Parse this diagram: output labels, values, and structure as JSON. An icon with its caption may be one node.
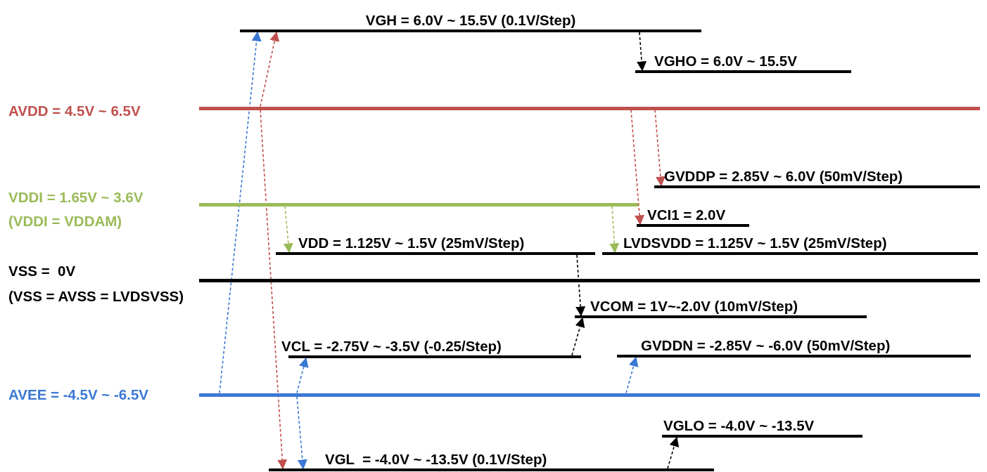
{
  "diagram": {
    "nodes": [
      {
        "text": [
          "VGH = 6.0V ~ 15.5V (0.1V/Step)"
        ]
      },
      {
        "text": [
          "VGHO = 6.0V ~ 15.5V"
        ]
      },
      {
        "text": [
          "AVDD = 4.5V ~ 6.5V"
        ]
      },
      {
        "text": [
          "GVDDP = 2.85V ~ 6.0V (50mV/Step)"
        ]
      },
      {
        "text": [
          "VDDI = 1.65V ~ 3.6V (VDDI = VDDAM)"
        ]
      },
      {
        "text": [
          "VCI1 = 2.0V"
        ]
      },
      {
        "text": [
          "VDD = 1.125V ~ 1.5V (25mV/Step)"
        ]
      },
      {
        "text": [
          "LVDSVDD = 1.125V ~ 1.5V (25mV/Step)"
        ]
      },
      {
        "text": [
          "VSS =  0V",
          "(VSS = AVSS = LVDSVSS)"
        ]
      },
      {
        "text": [
          "VCOM = 1V~-2.0V (10mV/Step)"
        ]
      },
      {
        "text": [
          "VCL = -2.75V ~ -3.5V (-0.25/Step)"
        ]
      },
      {
        "text": [
          "GVDDN = -2.85V ~ -6.0V (50mV/Step)"
        ]
      },
      {
        "text": [
          "AVEE = -4.5V ~ -6.5V"
        ]
      },
      {
        "text": [
          "VGLO = -4.0V ~ -13.5V"
        ]
      },
      {
        "text": [
          "VGL  = -4.0V ~ -13.5V (0.1V/Step)"
        ]
      }
    ],
    "edges": [
      {
        "from": 12,
        "to": 0,
        "arrow": "to",
        "style": "dashed",
        "color": "#3a78d4"
      },
      {
        "from": 2,
        "to": 0,
        "arrow": "to",
        "style": "dashed",
        "color": "#c0504d"
      },
      {
        "from": 0,
        "to": 1,
        "arrow": "to",
        "style": "dashed",
        "color": "#000000"
      },
      {
        "from": 2,
        "to": 3,
        "arrow": "to",
        "style": "dashed",
        "color": "#c0504d"
      },
      {
        "from": 2,
        "to": 5,
        "arrow": "to",
        "style": "dashed",
        "color": "#c0504d"
      },
      {
        "from": 4,
        "to": 6,
        "arrow": "to",
        "style": "dashed",
        "color": "#9bbb59"
      },
      {
        "from": 4,
        "to": 7,
        "arrow": "to",
        "style": "dashed",
        "color": "#9bbb59"
      },
      {
        "from": 6,
        "to": 9,
        "arrow": "to",
        "style": "dashed",
        "color": "#000000"
      },
      {
        "from": 10,
        "to": 9,
        "arrow": "to",
        "style": "dashed",
        "color": "#000000"
      },
      {
        "from": 2,
        "to": 14,
        "arrow": "to",
        "style": "dashed",
        "color": "#c0504d"
      },
      {
        "from": 12,
        "to": 10,
        "arrow": "to",
        "style": "dashed",
        "color": "#3a78d4"
      },
      {
        "from": 12,
        "to": 14,
        "arrow": "to",
        "style": "dashed",
        "color": "#3a78d4"
      },
      {
        "from": 12,
        "to": 11,
        "arrow": "to",
        "style": "dashed",
        "color": "#3a78d4"
      },
      {
        "from": 14,
        "to": 13,
        "arrow": "to",
        "style": "dashed",
        "color": "#000000"
      }
    ]
  }
}
